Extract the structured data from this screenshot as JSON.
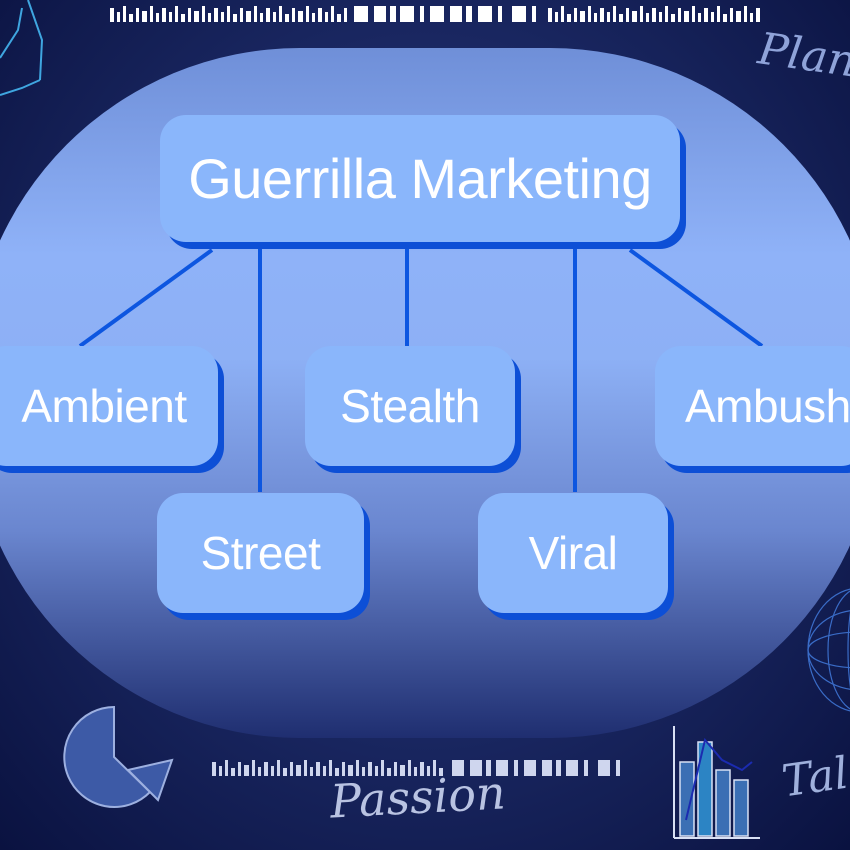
{
  "diagram": {
    "root": {
      "label": "Guerrilla Marketing"
    },
    "children": [
      {
        "id": "ambient",
        "label": "Ambient"
      },
      {
        "id": "street",
        "label": "Street"
      },
      {
        "id": "stealth",
        "label": "Stealth"
      },
      {
        "id": "viral",
        "label": "Viral"
      },
      {
        "id": "ambush",
        "label": "Ambush"
      }
    ]
  },
  "decorations": {
    "top_right_script": "Plan",
    "bottom_center_script": "Passion",
    "bottom_right_script": "Tal"
  },
  "colors": {
    "node_fill": "#8ab6fb",
    "node_shadow": "#0d4fd6",
    "connector": "#0d56e0",
    "background_dark": "#0a1240"
  }
}
